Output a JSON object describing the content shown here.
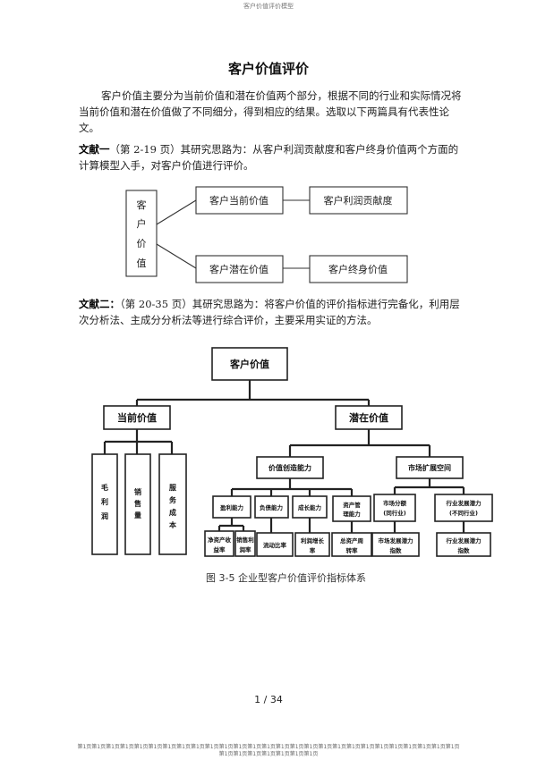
{
  "header": {
    "running_title": "客户价值评价模型"
  },
  "document": {
    "title": "客户价值评价",
    "intro": "客户价值主要分为当前价值和潜在价值两个部分，根据不同的行业和实际情况将当前价值和潜在价值做了不同细分，得到相应的结果。选取以下两篇具有代表性论文。",
    "lit1": {
      "label": "文献一",
      "text": "（第 2-19 页）其研究思路为：从客户利润贡献度和客户终身价值两个方面的计算模型入手，对客户价值进行评价。"
    },
    "lit2": {
      "label": "文献二：",
      "text": "（第 20-35 页）其研究思路为：将客户价值的评价指标进行完备化，利用层次分析法、主成分分析法等进行综合评价，主要采用实证的方法。"
    }
  },
  "diagram1": {
    "root": [
      "客",
      "户",
      "价",
      "值"
    ],
    "current": "客户当前价值",
    "potential": "客户潜在价值",
    "profit": "客户利润贡献度",
    "lifetime": "客户终身价值"
  },
  "diagram2": {
    "root": "客户价值",
    "current": "当前价值",
    "potential": "潜在价值",
    "current_children": [
      [
        "毛",
        "利",
        "润"
      ],
      [
        "销",
        "售",
        "量"
      ],
      [
        "服",
        "务",
        "成",
        "本"
      ]
    ],
    "value_creation": "价值创造能力",
    "market_space": "市场扩展空间",
    "vc_children": [
      "盈利能力",
      "负债能力",
      "成长能力",
      [
        "资产管",
        "理能力"
      ]
    ],
    "ms_children": [
      [
        "市场分额",
        "(同行业)"
      ],
      [
        "行业发展潜力",
        "(不同行业)"
      ]
    ],
    "leaves": [
      [
        "净资产收",
        "益率"
      ],
      [
        "销售利",
        "润率"
      ],
      [
        "流动比率"
      ],
      [
        "利润增长",
        "率"
      ],
      [
        "总资产周",
        "转率"
      ],
      [
        "市场发展潜力",
        "指数"
      ],
      [
        "行业发展潜力",
        "指数"
      ]
    ],
    "caption": "图 3-5  企业型客户价值评价指标体系"
  },
  "page_number": "1 / 34",
  "footer": {
    "line1": "第1页第1页第1页第1页第1页第1页第1页第1页第1页第1页第1页第1页第1页第1页第1页第1页第1页第1页第1页第1页第1页第1页第1页第1页第1页第1页第1页",
    "line2": "第1页第1页第1页第1页第1页第1页第1页"
  }
}
